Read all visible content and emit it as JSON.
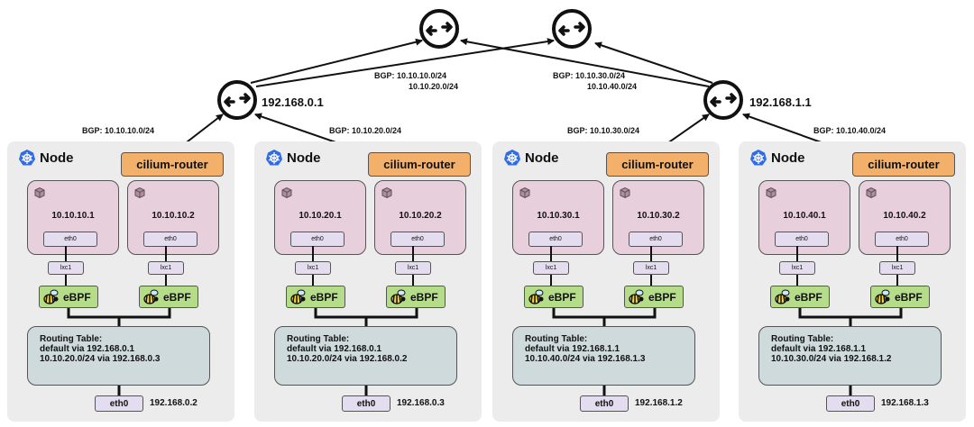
{
  "bgp_labels": {
    "node1": "BGP:  10.10.10.0/24",
    "node2": "BGP:  10.10.20.0/24",
    "node3": "BGP:  10.10.30.0/24",
    "node4": "BGP:  10.10.40.0/24",
    "left_upper_line1": "BGP:  10.10.10.0/24",
    "left_upper_line2": "10.10.20.0/24",
    "right_upper_line1": "BGP:  10.10.30.0/24",
    "right_upper_line2": "10.10.40.0/24"
  },
  "routers": {
    "left_ip": "192.168.0.1",
    "right_ip": "192.168.1.1"
  },
  "nodes": [
    {
      "label": "Node",
      "router_label": "cilium-router",
      "pods": [
        {
          "ip": "10.10.10.1",
          "eth": "eth0",
          "lxc": "lxc1",
          "ebpf": "eBPF"
        },
        {
          "ip": "10.10.10.2",
          "eth": "eth0",
          "lxc": "lxc1",
          "ebpf": "eBPF"
        }
      ],
      "routing": [
        "Routing Table:",
        "default via 192.168.0.1",
        "10.10.20.0/24 via 192.168.0.3"
      ],
      "host_eth": "eth0",
      "host_ip": "192.168.0.2"
    },
    {
      "label": "Node",
      "router_label": "cilium-router",
      "pods": [
        {
          "ip": "10.10.20.1",
          "eth": "eth0",
          "lxc": "lxc1",
          "ebpf": "eBPF"
        },
        {
          "ip": "10.10.20.2",
          "eth": "eth0",
          "lxc": "lxc1",
          "ebpf": "eBPF"
        }
      ],
      "routing": [
        "Routing Table:",
        "default via 192.168.0.1",
        "10.10.20.0/24 via 192.168.0.2"
      ],
      "host_eth": "eth0",
      "host_ip": "192.168.0.3"
    },
    {
      "label": "Node",
      "router_label": "cilium-router",
      "pods": [
        {
          "ip": "10.10.30.1",
          "eth": "eth0",
          "lxc": "lxc1",
          "ebpf": "eBPF"
        },
        {
          "ip": "10.10.30.2",
          "eth": "eth0",
          "lxc": "lxc1",
          "ebpf": "eBPF"
        }
      ],
      "routing": [
        "Routing Table:",
        "default via 192.168.1.1",
        "10.10.40.0/24 via 192.168.1.3"
      ],
      "host_eth": "eth0",
      "host_ip": "192.168.1.2"
    },
    {
      "label": "Node",
      "router_label": "cilium-router",
      "pods": [
        {
          "ip": "10.10.40.1",
          "eth": "eth0",
          "lxc": "lxc1",
          "ebpf": "eBPF"
        },
        {
          "ip": "10.10.40.2",
          "eth": "eth0",
          "lxc": "lxc1",
          "ebpf": "eBPF"
        }
      ],
      "routing": [
        "Routing Table:",
        "default via 192.168.1.1",
        "10.10.30.0/24 via 192.168.1.2"
      ],
      "host_eth": "eth0",
      "host_ip": "192.168.1.3"
    }
  ],
  "colors": {
    "node_bg": "#ececec",
    "router_box": "#f2b06a",
    "pod_box": "#e7cfdc",
    "eth_box": "#e4dcef",
    "ebpf_box": "#b5dc88",
    "routing_box": "#cfdadc",
    "k8s_blue": "#326ce5"
  },
  "icons": {
    "router": "router-icon",
    "kubernetes": "kubernetes-icon",
    "pod": "cube-icon",
    "ebpf": "bee-icon"
  }
}
